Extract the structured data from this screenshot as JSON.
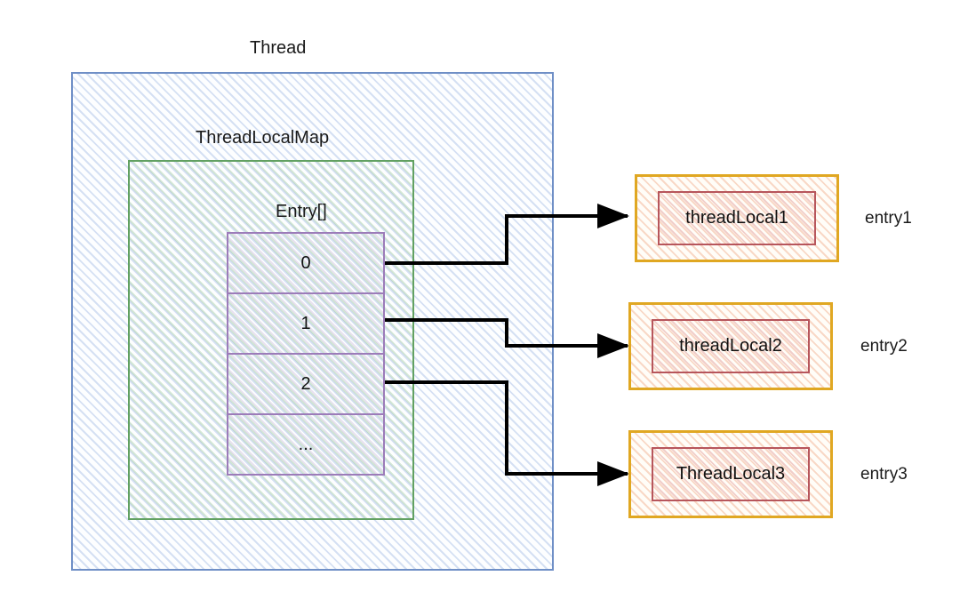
{
  "diagram": {
    "title_thread": "Thread",
    "title_map": "ThreadLocalMap",
    "title_entry_array": "Entry[]",
    "colors": {
      "thread_border": "#6f8fc6",
      "map_border": "#62a162",
      "entry_border": "#9c7cb9",
      "threadlocal_outer_border": "#e0a722",
      "threadlocal_inner_border": "#b7565c",
      "connector": "#000000",
      "text": "#111111"
    },
    "entry_cells": [
      {
        "label": "0"
      },
      {
        "label": "1"
      },
      {
        "label": "2"
      },
      {
        "label": "..."
      }
    ],
    "threadlocals": [
      {
        "name": "threadLocal1",
        "entry_label": "entry1"
      },
      {
        "name": "threadLocal2",
        "entry_label": "entry2"
      },
      {
        "name": "ThreadLocal3",
        "entry_label": "entry3"
      }
    ]
  }
}
